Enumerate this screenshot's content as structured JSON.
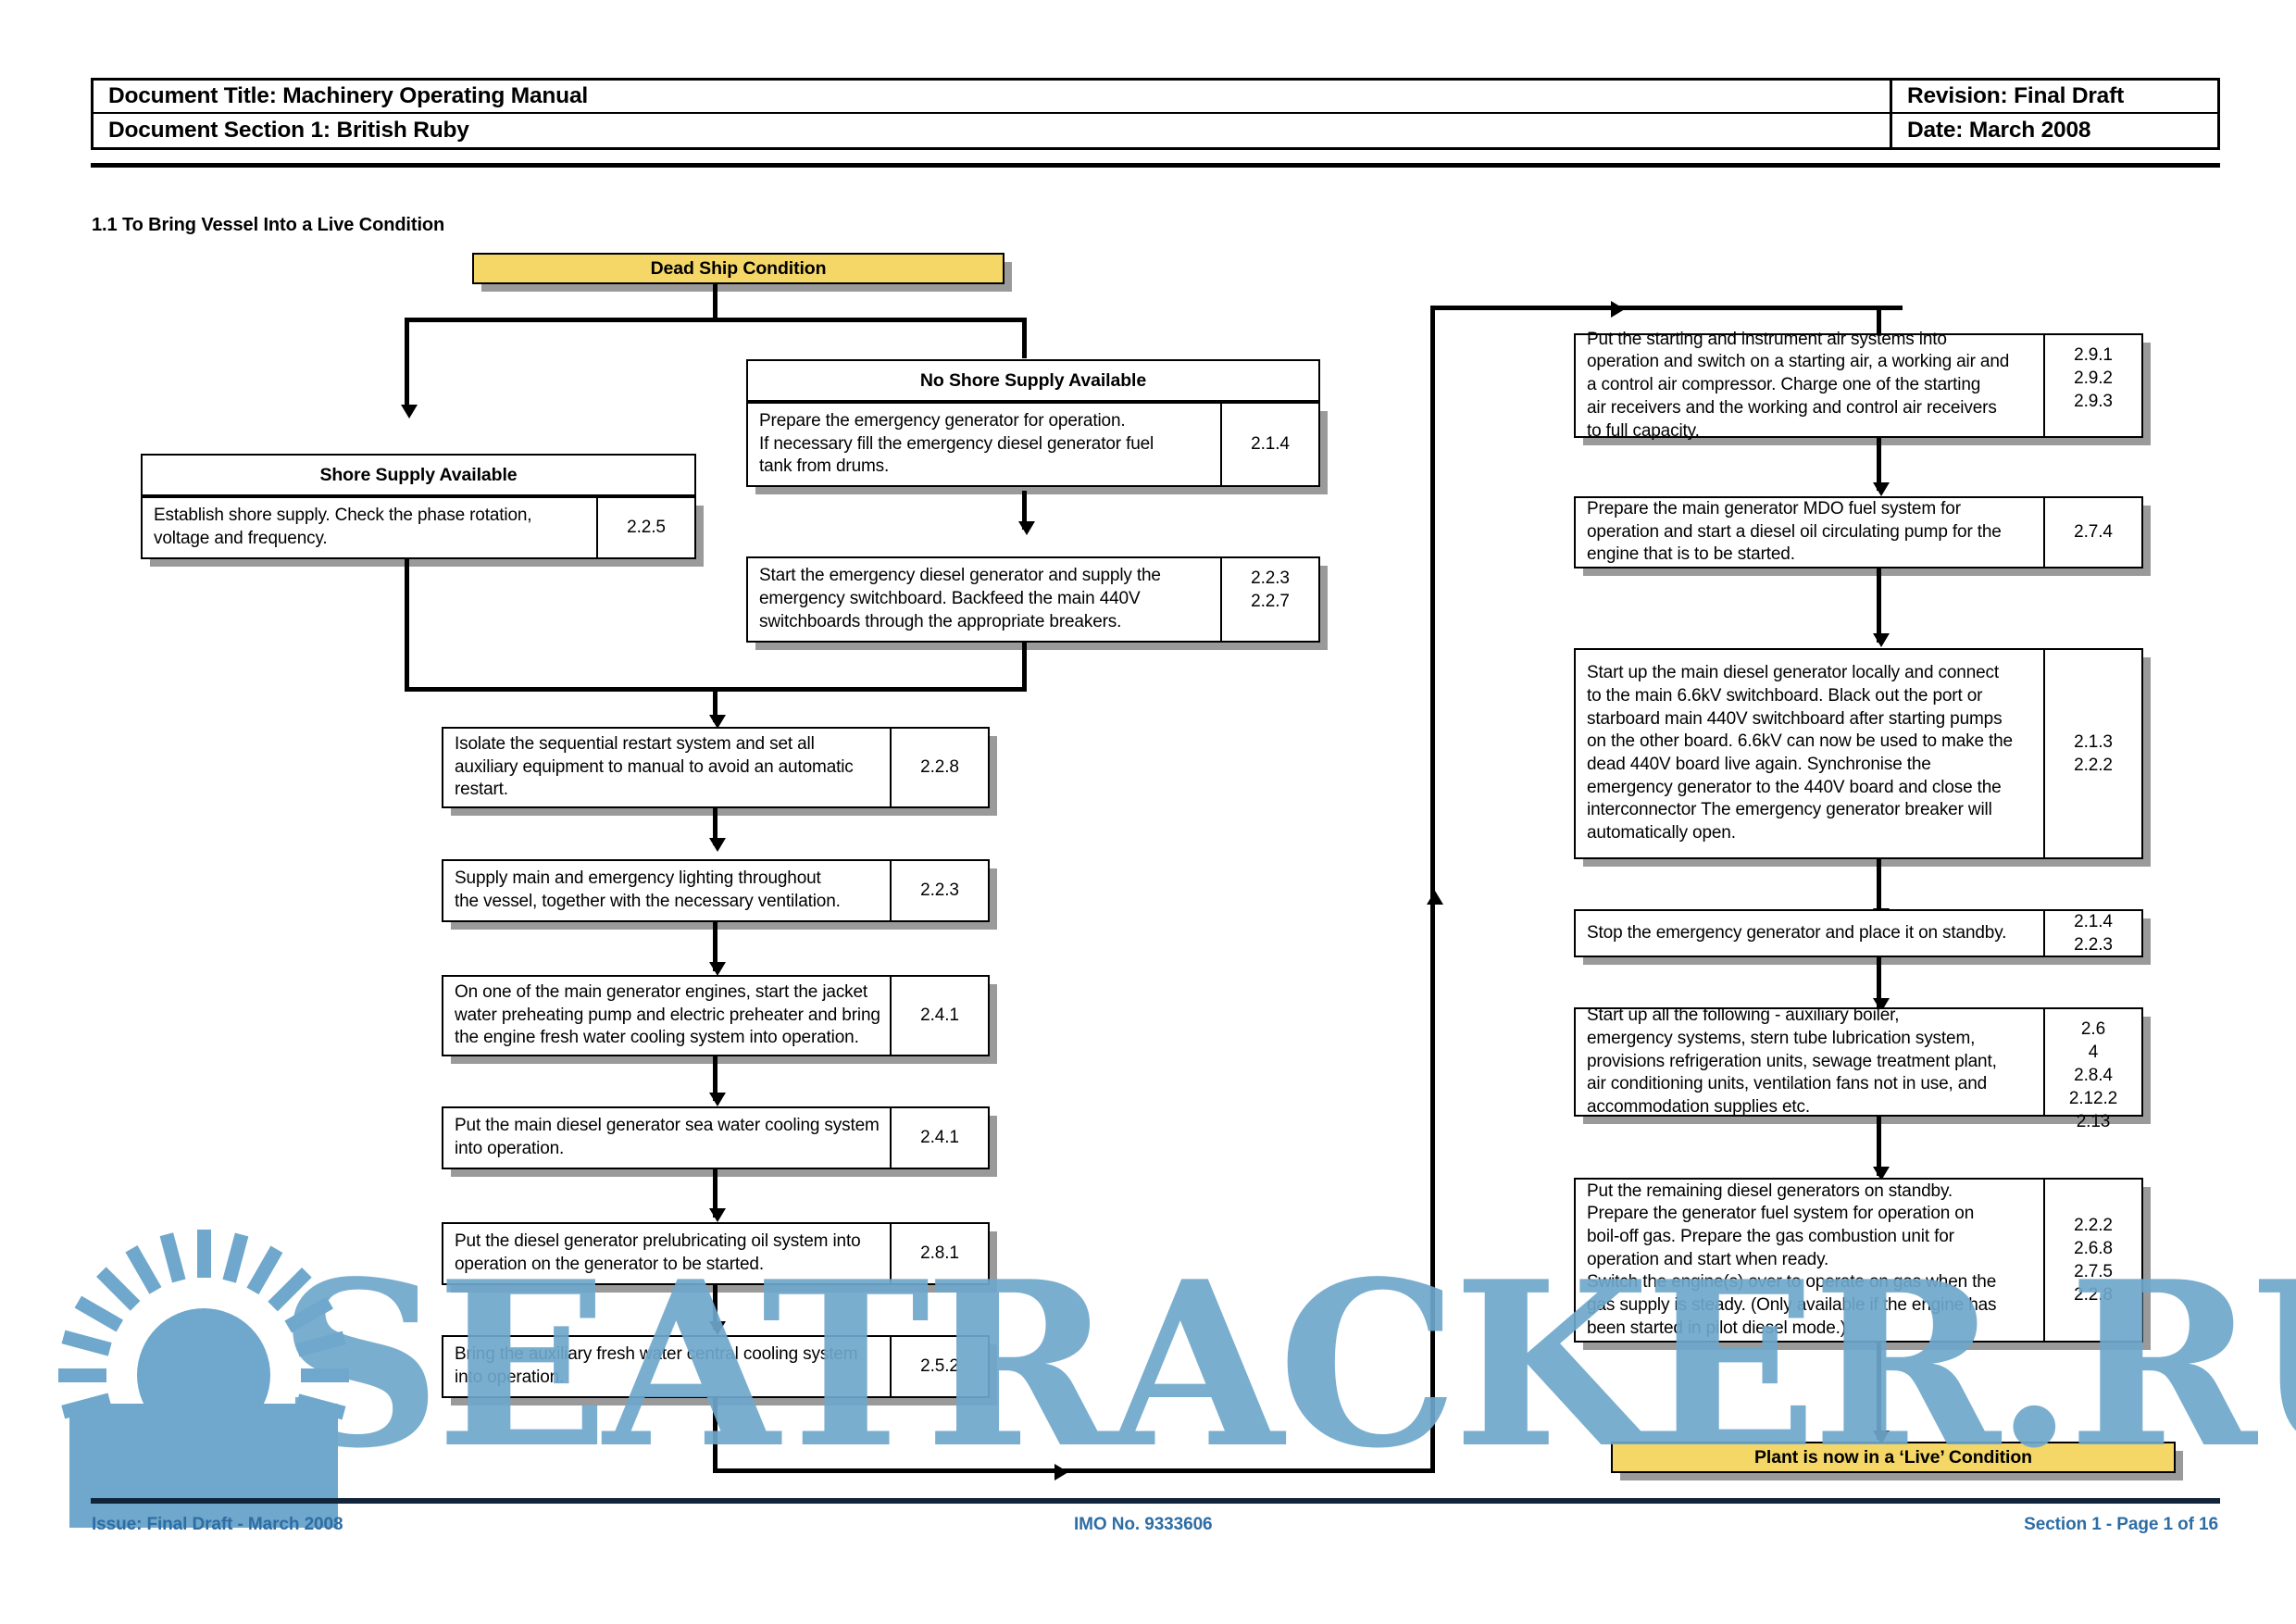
{
  "header": {
    "doc_title": "Document Title: Machinery Operating Manual",
    "doc_section": "Document Section 1: British Ruby",
    "revision": "Revision: Final Draft",
    "date": "Date: March 2008"
  },
  "section_title": "1.1 To Bring Vessel Into a Live Condition",
  "flowchart": {
    "start_terminator": "Dead Ship Condition",
    "end_terminator": "Plant is now in a ‘Live’ Condition",
    "groups": [
      {
        "id": "shore-supply-available",
        "header": "Shore Supply Available",
        "steps": [
          {
            "text": "Establish shore supply. Check the phase rotation,\nvoltage and frequency.",
            "ref": "2.2.5"
          }
        ]
      },
      {
        "id": "no-shore-supply-available",
        "header": "No Shore Supply Available",
        "steps": [
          {
            "text": "Prepare the emergency generator for operation.\nIf necessary fill the emergency diesel generator fuel\ntank from drums.",
            "ref": "2.1.4"
          },
          {
            "text": "Start the emergency diesel generator and supply the\nemergency switchboard. Backfeed the main 440V\nswitchboards through the appropriate breakers.",
            "ref": "2.2.3\n2.2.7"
          }
        ]
      }
    ],
    "left_column_steps": [
      {
        "text": "Isolate the sequential restart system and set all\nauxiliary equipment to manual to avoid an automatic\nrestart.",
        "ref": "2.2.8"
      },
      {
        "text": "Supply main and emergency lighting throughout\nthe vessel, together with the necessary ventilation.",
        "ref": "2.2.3"
      },
      {
        "text": "On one of the main generator engines, start the jacket\nwater preheating pump and electric preheater and bring\nthe engine fresh water cooling system into operation.",
        "ref": "2.4.1"
      },
      {
        "text": "Put the main diesel generator sea water cooling system\ninto operation.",
        "ref": "2.4.1"
      },
      {
        "text": "Put the diesel generator prelubricating oil system into\noperation on the generator to be started.",
        "ref": "2.8.1"
      },
      {
        "text": "Bring the auxiliary fresh water central cooling system\ninto operation.",
        "ref": "2.5.2"
      }
    ],
    "right_column_steps": [
      {
        "text": "Put the starting and instrument air systems into\noperation and switch on a starting air, a working air and\na control air compressor. Charge one of the starting\nair receivers and the working and control air receivers\nto full capacity.",
        "ref": "2.9.1\n2.9.2\n2.9.3"
      },
      {
        "text": "Prepare the main generator MDO fuel system for\noperation and start a diesel oil circulating pump for the\nengine that is to be started.",
        "ref": "2.7.4"
      },
      {
        "text": "Start up the main diesel generator locally and connect\nto the main 6.6kV switchboard. Black out the port or\nstarboard main 440V switchboard after starting pumps\non the other board. 6.6kV can now be used to make the\ndead 440V board live again. Synchronise the\nemergency generator to the 440V board and close the\ninterconnector The emergency generator  breaker will\nautomatically open.",
        "ref": "2.1.3\n2.2.2"
      },
      {
        "text": "Stop the emergency generator and place it on standby.",
        "ref": "2.1.4\n2.2.3"
      },
      {
        "text": "Start up all the following - auxiliary boiler,\nemergency systems, stern tube lubrication system,\nprovisions refrigeration units, sewage treatment plant,\nair conditioning units, ventilation fans not in use, and\naccommodation supplies etc.",
        "ref": "2.6\n4\n2.8.4\n2.12.2\n2.13"
      },
      {
        "text": "Put the remaining diesel generators on standby.\nPrepare the generator fuel system for operation on\nboil-off gas. Prepare the gas combustion unit for\noperation and start when ready.\nSwitch the engine(s) over to operate on gas when the\ngas supply is steady. (Only available if the engine has\nbeen started in pilot diesel mode.)",
        "ref": "2.2.2\n2.6.8\n2.7.5\n2.2.8"
      }
    ]
  },
  "footer": {
    "left": "Issue: Final Draft  -  March 2008",
    "center": "IMO No. 9333606",
    "right": "Section 1  -  Page 1 of 16"
  },
  "watermark": {
    "text": "SEATRACKER.RU"
  },
  "colors": {
    "terminator_yellow": "#F5D767",
    "footer_blue": "#2E6DA4",
    "watermark_blue": "#6FA8CC",
    "shadow_grey": "#9A9A9A"
  }
}
